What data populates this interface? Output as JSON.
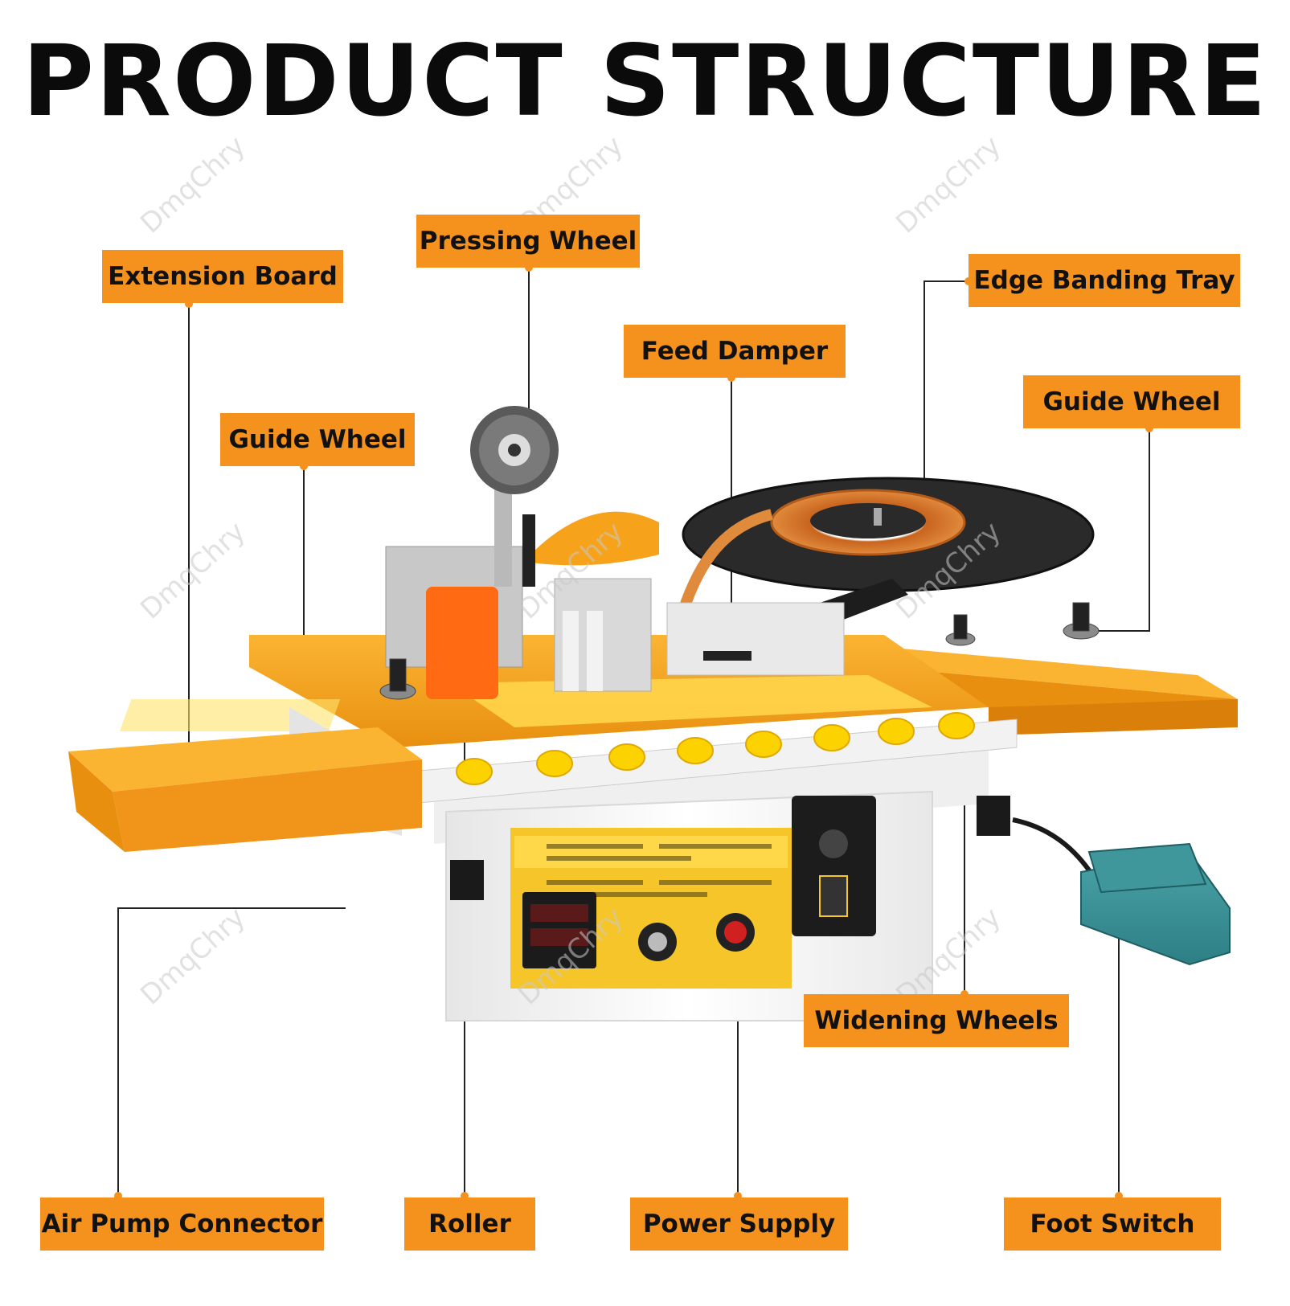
{
  "title": "PRODUCT STRUCTURE",
  "watermark": "DmqChry",
  "colors": {
    "label_bg": "#f5921e",
    "machine_yellow": "#f7a21b",
    "leader_line": "#222222"
  },
  "labels": {
    "extension_board": "Extension Board",
    "pressing_wheel": "Pressing Wheel",
    "edge_banding_tray": "Edge Banding Tray",
    "feed_damper": "Feed Damper",
    "guide_wheel_left": "Guide Wheel",
    "guide_wheel_right": "Guide Wheel",
    "widening_wheels": "Widening Wheels",
    "air_pump_connector": "Air Pump Connector",
    "roller": "Roller",
    "power_supply": "Power Supply",
    "foot_switch": "Foot Switch"
  }
}
